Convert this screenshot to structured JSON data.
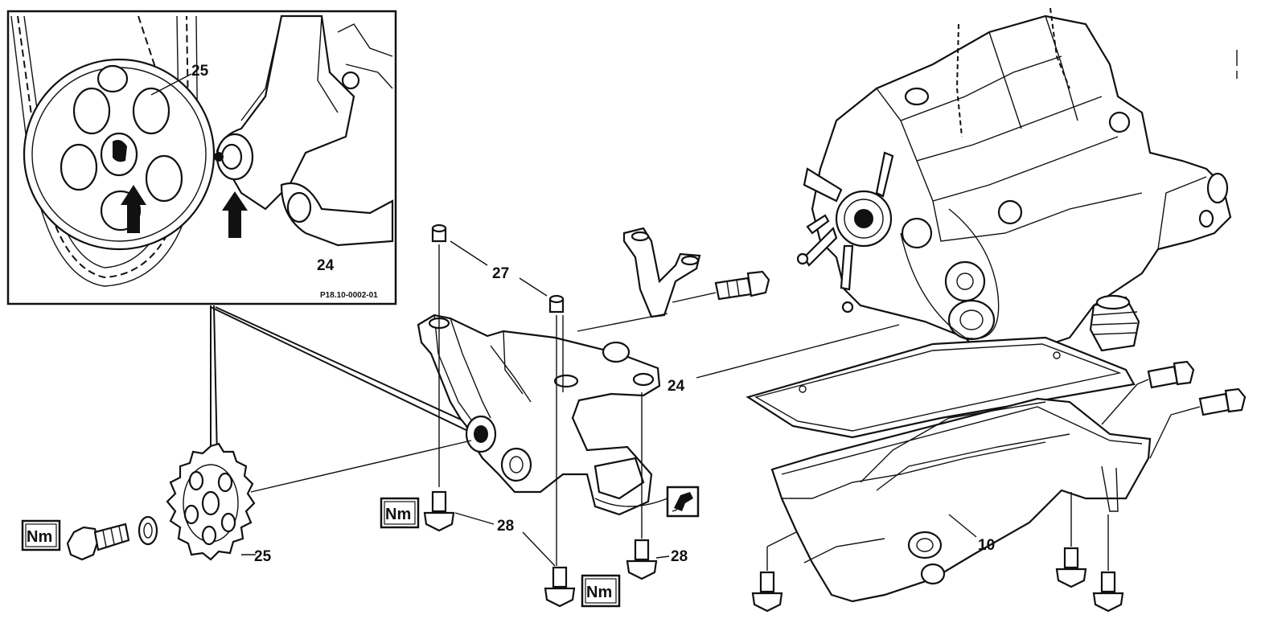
{
  "diagram": {
    "inset_code": "P18.10-0002-01",
    "callouts": {
      "inset_sprocket": "25",
      "inset_pump": "24",
      "sleeves": "27",
      "bolts_left": "28",
      "bolts_right": "28",
      "oil_pump": "24",
      "sprocket": "25",
      "oil_pan": "10"
    },
    "torque_symbols": {
      "sprocket_bolt": "Nm",
      "pump_bolt_left": "Nm",
      "pump_bolt_bottom": "Nm"
    },
    "icons": [
      "arrow-up-icon",
      "arrow-up-icon",
      "sealant-icon",
      "torque-nm-icon"
    ]
  }
}
